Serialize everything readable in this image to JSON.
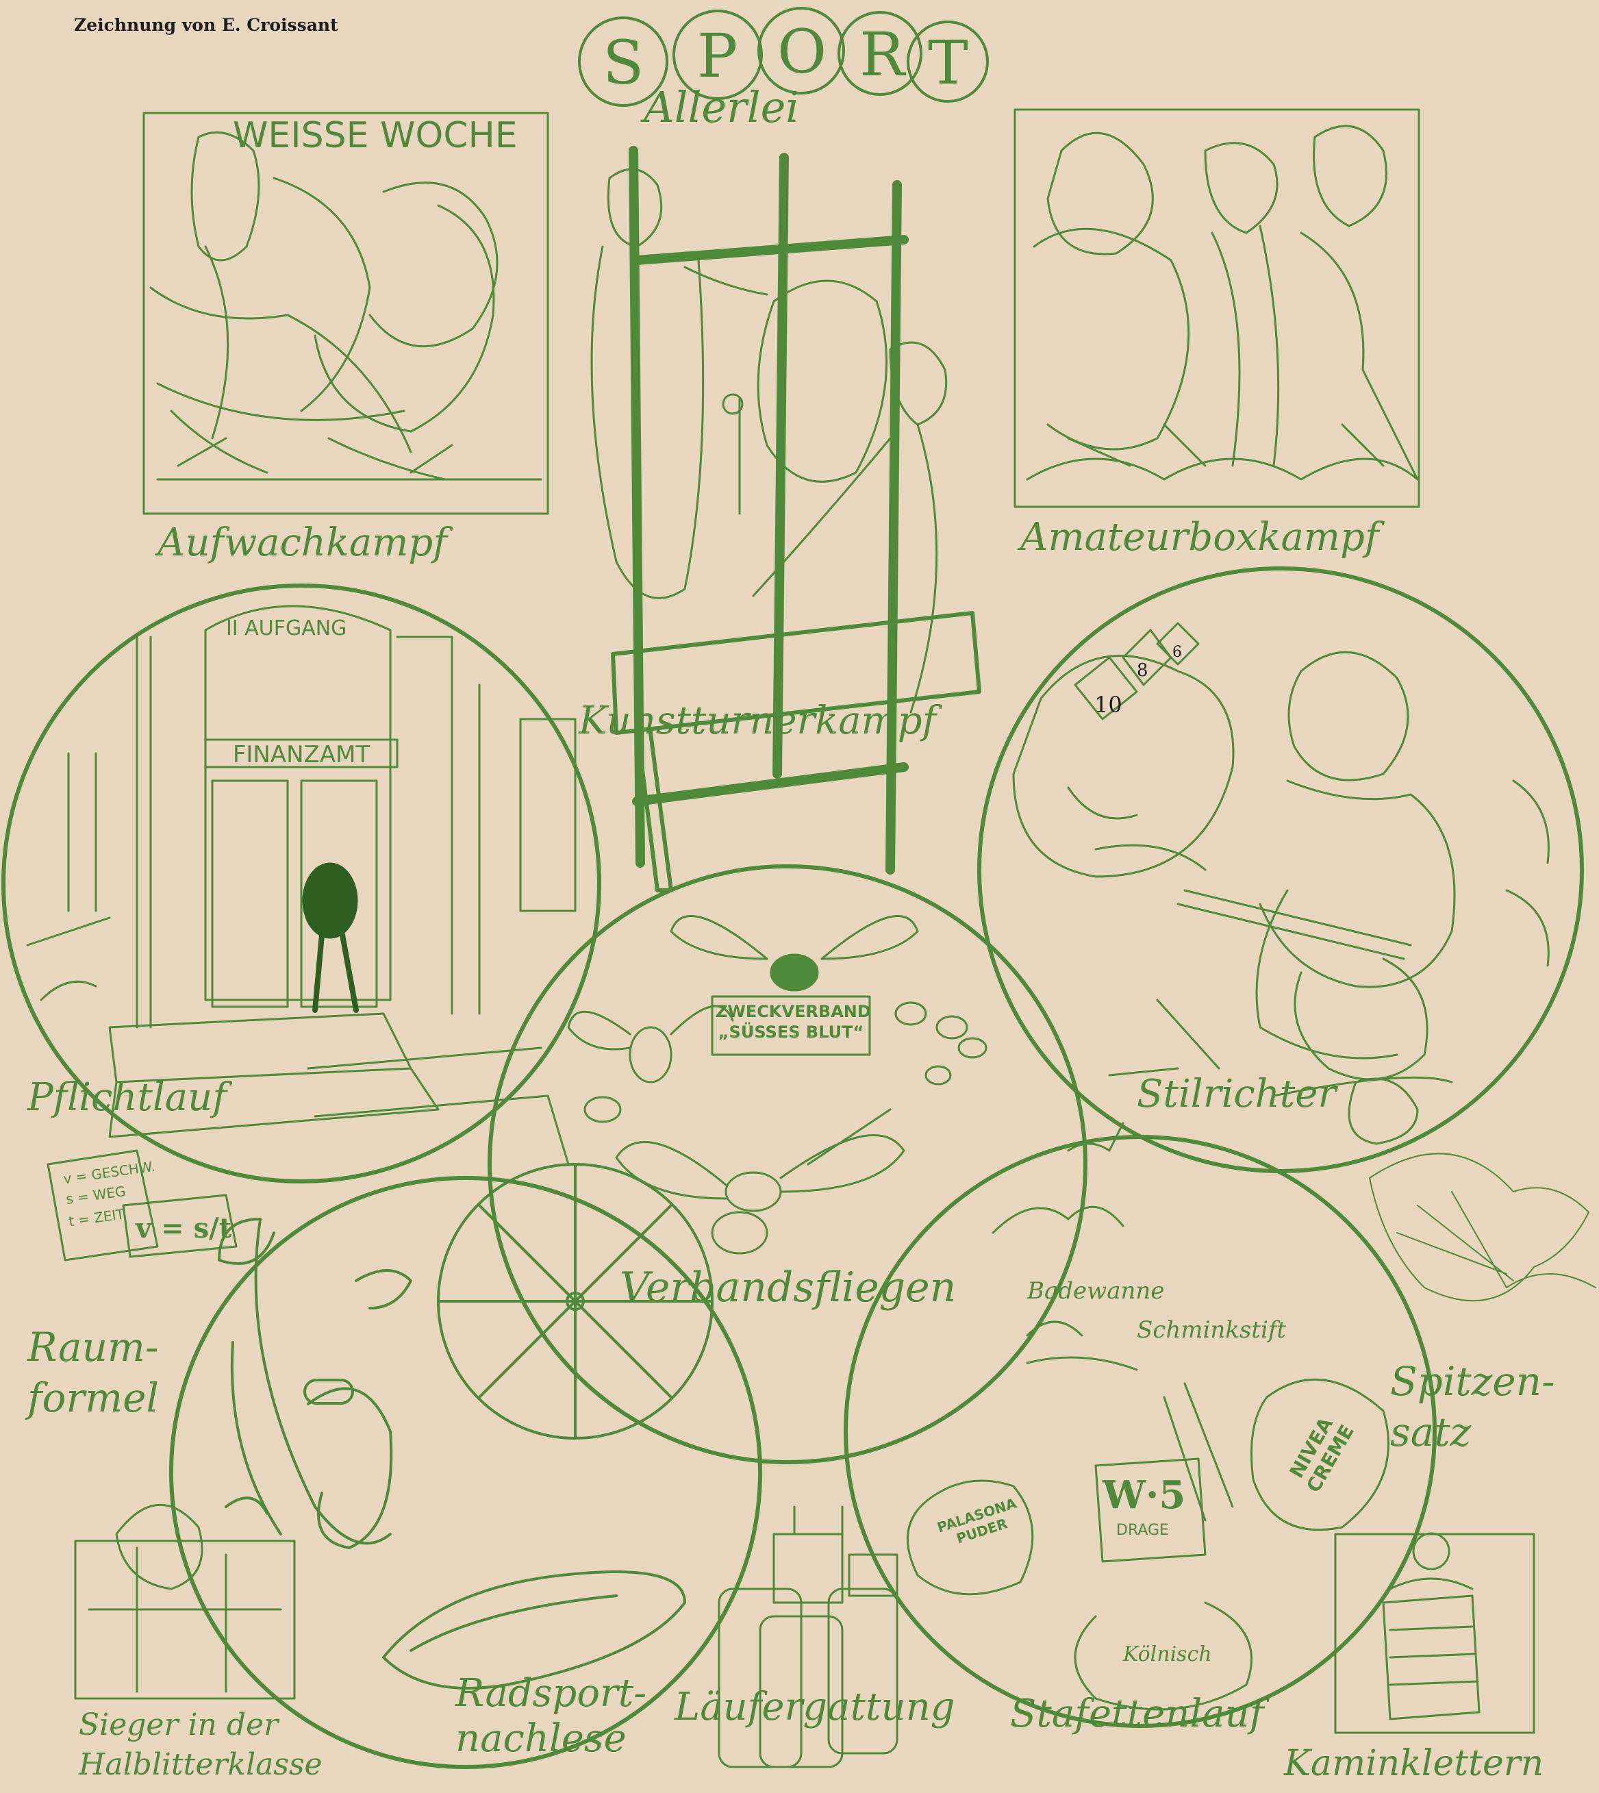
{
  "credit": "Zeichnung von E. Croissant",
  "title": {
    "letters": [
      "S",
      "P",
      "O",
      "R",
      "T"
    ],
    "subtitle": "Allerlei"
  },
  "captions": {
    "top_left": "Aufwachkampf",
    "top_right": "Amateurboxkampf",
    "center_top": "Kunstturnerkampf",
    "left_circle": "Pflichtlauf",
    "right_circle": "Stilrichter",
    "center_circle": "Verbandsfliegen",
    "left_formula": "Raum-\nformel",
    "right_side": "Spitzen-\nsatz",
    "bottom_a": "Radsport-\nnachlese",
    "bottom_b": "Läufergattung",
    "bottom_c": "Stafettenlauf",
    "bottom_left": "Sieger in der\nHalblitterklasse",
    "bottom_right": "Kaminklettern"
  },
  "signs": {
    "weisse_woche": "WEISSE WOCHE",
    "aufgang": "II AUFGANG",
    "finanzamt": "FINANZAMT",
    "zweckverband": "ZWECKVERBAND\n„SÜSSES BLUT“",
    "badewanne": "Badewanne",
    "schminkstift": "Schminkstift",
    "nivea": "NIVEA\nCREME",
    "palasona": "PALASONA\nPUDER",
    "w5": "W·5",
    "drage": "DRAGE",
    "koelnisch": "Kölnisch",
    "card_10": "10",
    "card_8": "8",
    "card_6": "6",
    "formula_v": "v = GESCHW.",
    "formula_s": "s = WEG",
    "formula_t": "t = ZEIT",
    "formula_main": "v = s/t"
  },
  "colors": {
    "ink": "#4f8a3a",
    "paper": "#e8d6bf",
    "black": "#1d1d1d"
  }
}
